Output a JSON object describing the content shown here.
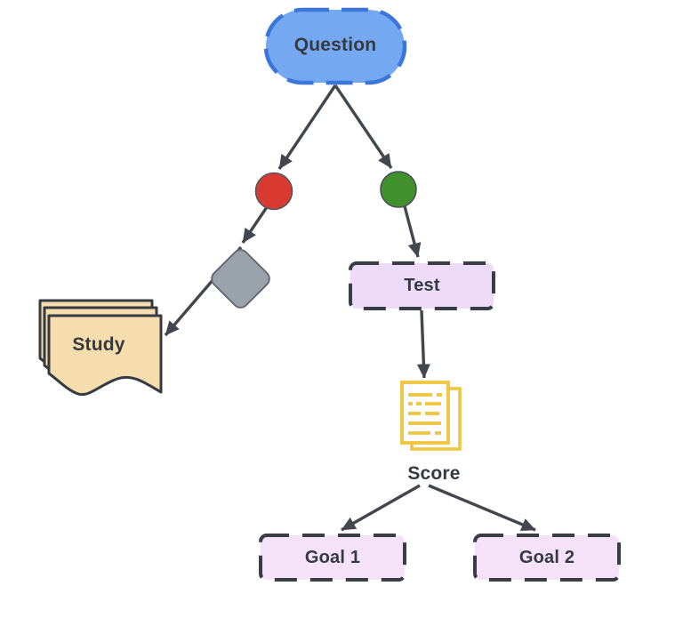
{
  "canvas": {
    "background": "#ffffff"
  },
  "edge_style": {
    "color": "#42474e"
  },
  "nodes": {
    "question": {
      "label": "Question",
      "shape": "stadium",
      "fill": "#74a8f1",
      "border": "#3b76dd",
      "text_color": "#353a41"
    },
    "red_dot": {
      "shape": "circle",
      "fill": "#d93a30",
      "border": "#54595f"
    },
    "green_dot": {
      "shape": "circle",
      "fill": "#41902e",
      "border": "#4b5056"
    },
    "router": {
      "shape": "rounded-diamond",
      "fill": "#9aa2ac",
      "border": "#656c75"
    },
    "study": {
      "label": "Study",
      "shape": "stacked-documents",
      "fill": "#f6ddae",
      "border": "#363b42",
      "text_color": "#353a41"
    },
    "test": {
      "label": "Test",
      "shape": "dashed-rect",
      "fill": "#eddbf7",
      "border": "#393e45",
      "text_color": "#353a41"
    },
    "score": {
      "label": "Score",
      "shape": "document-icon",
      "icon_color": "#f0c53f",
      "text_color": "#353a41"
    },
    "goal1": {
      "label": "Goal 1",
      "shape": "dashed-rect",
      "fill": "#f5e1f8",
      "border": "#393e45",
      "text_color": "#353a41"
    },
    "goal2": {
      "label": "Goal 2",
      "shape": "dashed-rect",
      "fill": "#f5e1f8",
      "border": "#393e45",
      "text_color": "#353a41"
    }
  },
  "edges": [
    {
      "from": "question",
      "to": "red_dot"
    },
    {
      "from": "question",
      "to": "green_dot"
    },
    {
      "from": "red_dot",
      "to": "router"
    },
    {
      "from": "router",
      "to": "study"
    },
    {
      "from": "green_dot",
      "to": "test"
    },
    {
      "from": "test",
      "to": "score"
    },
    {
      "from": "score",
      "to": "goal1"
    },
    {
      "from": "score",
      "to": "goal2"
    }
  ]
}
